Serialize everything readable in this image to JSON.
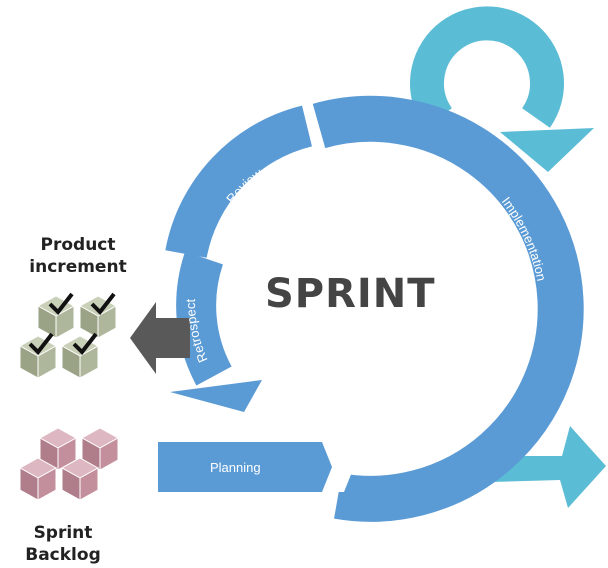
{
  "diagram": {
    "title": "SPRINT",
    "stages": {
      "review": "Review",
      "retrospect": "Retrospect",
      "implementation": "Implementation",
      "planning": "Planning"
    },
    "product_increment": {
      "line1": "Product",
      "line2": "increment"
    },
    "sprint_backlog": {
      "line1": "Sprint",
      "line2": "Backlog"
    }
  },
  "colors": {
    "cycle_blue": "#5b9bd5",
    "daily_loop_cyan": "#5bbcd5",
    "arrow_gray": "#595959",
    "increment_cube": "#aeb79c",
    "backlog_cube": "#c48f9c",
    "text_dark": "#222222",
    "text_light": "#ffffff"
  }
}
